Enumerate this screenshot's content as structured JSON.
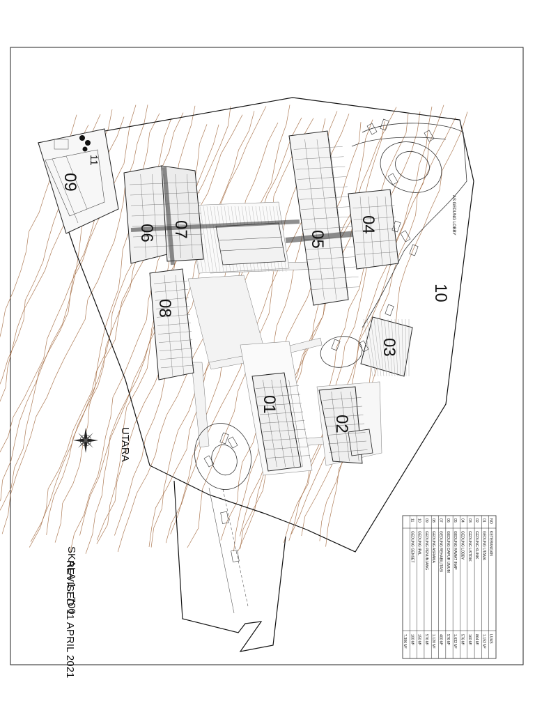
{
  "building_labels": {
    "b01": "01",
    "b02": "02",
    "b03": "03",
    "b04": "04",
    "b05": "05",
    "b06": "06",
    "b07": "07",
    "b08": "08",
    "b09": "09",
    "b10": "10",
    "b11": "11"
  },
  "north": {
    "label": "UTARA"
  },
  "scale_text": "SKALA  1 : 700",
  "revised_text": "REVISED 11 APRIL 2021",
  "road_label": "AS GEDUNG LOBBY",
  "legend": {
    "header_no": "NO",
    "header_name": "KETERANGAN",
    "header_area": "LUAS",
    "rows": [
      {
        "no": "01",
        "name": "GEDUNG UTAMA",
        "area": "1.152 M²"
      },
      {
        "no": "02",
        "name": "GEDUNG KLINIK",
        "area": "864 M²"
      },
      {
        "no": "03",
        "name": "GEDUNG LISTRIK",
        "area": "160 M²"
      },
      {
        "no": "04",
        "name": "GEDUNG LOBBY",
        "area": "576 M²"
      },
      {
        "no": "05",
        "name": "GEDUNG RAWAT INAP",
        "area": "1.632 M²"
      },
      {
        "no": "06",
        "name": "GEDUNG DAPUR UMUM",
        "area": "576 M²"
      },
      {
        "no": "07",
        "name": "GEDUNG REHABILITASI",
        "area": "400 M²"
      },
      {
        "no": "08",
        "name": "GEDUNG ASRAMA",
        "area": "1.120 M²"
      },
      {
        "no": "09",
        "name": "GEDUNG PENUNJANG",
        "area": "576 M²"
      },
      {
        "no": "10",
        "name": "GEDUNG IPAL",
        "area": "150 M²"
      },
      {
        "no": "11",
        "name": "GEDUNG GENSET",
        "area": "100 M²"
      }
    ],
    "total": "7.306 M²"
  }
}
